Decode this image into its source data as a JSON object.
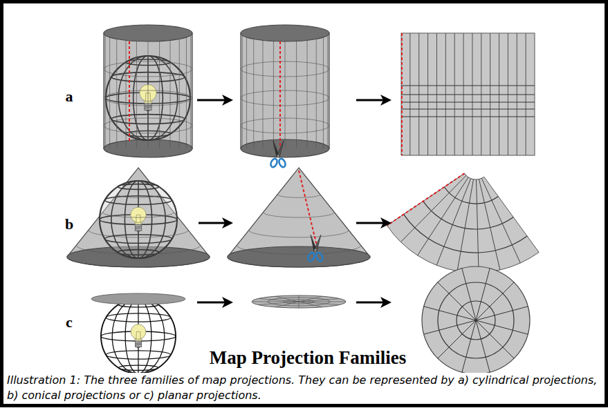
{
  "diagram": {
    "title": "Map Projection Families",
    "caption": "Illustration 1: The three families of map projections. They can be represented by a) cylindrical projections, b) conical projections or c) planar projections.",
    "labels": [
      "a",
      "b",
      "c"
    ]
  }
}
